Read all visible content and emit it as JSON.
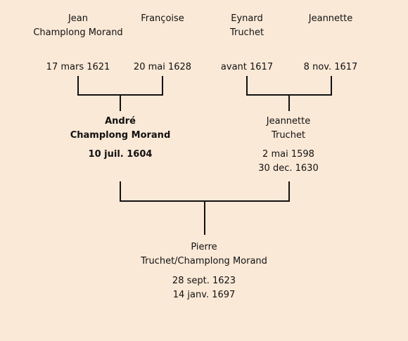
{
  "grandparents": {
    "paternal_grandfather": {
      "name_line1": "Jean",
      "name_line2": "Champlong Morand",
      "date": "17 mars 1621"
    },
    "paternal_grandmother": {
      "name_line1": "Françoise",
      "date": "20 mai 1628"
    },
    "maternal_grandfather": {
      "name_line1": "Eynard",
      "name_line2": "Truchet",
      "date": "avant 1617"
    },
    "maternal_grandmother": {
      "name_line1": "Jeannette",
      "date": "8 nov. 1617"
    }
  },
  "parents": {
    "father": {
      "name_line1": "André",
      "name_line2": "Champlong Morand",
      "date": "10 juil. 1604"
    },
    "mother": {
      "name_line1": "Jeannette",
      "name_line2": "Truchet",
      "date_birth": "2 mai 1598",
      "date_death": "30 dec. 1630"
    }
  },
  "subject": {
    "name_line1": "Pierre",
    "name_line2": "Truchet/Champlong Morand",
    "date_birth": "28 sept. 1623",
    "date_death": "14 janv. 1697"
  },
  "colors": {
    "background": "#fbe9d7",
    "line": "#111111"
  }
}
